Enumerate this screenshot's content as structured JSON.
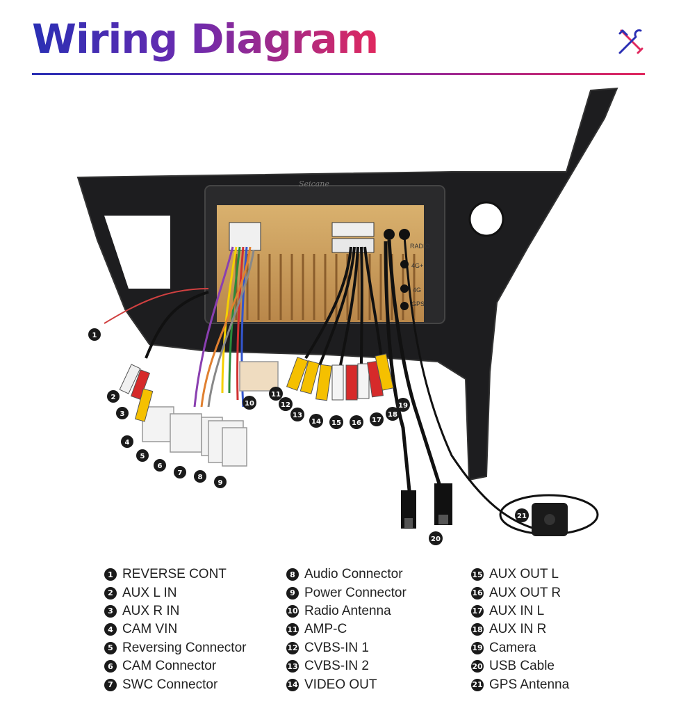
{
  "title": "Wiring Diagram",
  "brand_text": "Seicane",
  "colors": {
    "title_start": "#2a2fb4",
    "title_end": "#e0285e",
    "accent": "#e0285e"
  },
  "header_icon": "tools-icon",
  "panel_labels": [
    "RADIO",
    "4G+",
    "4G",
    "GPS"
  ],
  "callouts": [
    "1",
    "2",
    "3",
    "4",
    "5",
    "6",
    "7",
    "8",
    "9",
    "10",
    "11",
    "12",
    "13",
    "14",
    "15",
    "16",
    "17",
    "18",
    "19",
    "20",
    "21"
  ],
  "legend": {
    "col1": [
      {
        "num": "1",
        "label": "REVERSE CONT"
      },
      {
        "num": "2",
        "label": "AUX L IN"
      },
      {
        "num": "3",
        "label": "AUX R IN"
      },
      {
        "num": "4",
        "label": "CAM VIN"
      },
      {
        "num": "5",
        "label": "Reversing Connector"
      },
      {
        "num": "6",
        "label": "CAM Connector"
      },
      {
        "num": "7",
        "label": "SWC Connector"
      }
    ],
    "col2": [
      {
        "num": "8",
        "label": "Audio Connector"
      },
      {
        "num": "9",
        "label": "Power Connector"
      },
      {
        "num": "10",
        "label": "Radio Antenna"
      },
      {
        "num": "11",
        "label": "AMP-C"
      },
      {
        "num": "12",
        "label": "CVBS-IN 1"
      },
      {
        "num": "13",
        "label": "CVBS-IN 2"
      },
      {
        "num": "14",
        "label": "VIDEO OUT"
      }
    ],
    "col3": [
      {
        "num": "15",
        "label": "AUX OUT L"
      },
      {
        "num": "16",
        "label": "AUX OUT R"
      },
      {
        "num": "17",
        "label": "AUX IN L"
      },
      {
        "num": "18",
        "label": "AUX IN R"
      },
      {
        "num": "19",
        "label": "Camera"
      },
      {
        "num": "20",
        "label": "USB Cable"
      },
      {
        "num": "21",
        "label": "GPS Antenna"
      }
    ]
  }
}
